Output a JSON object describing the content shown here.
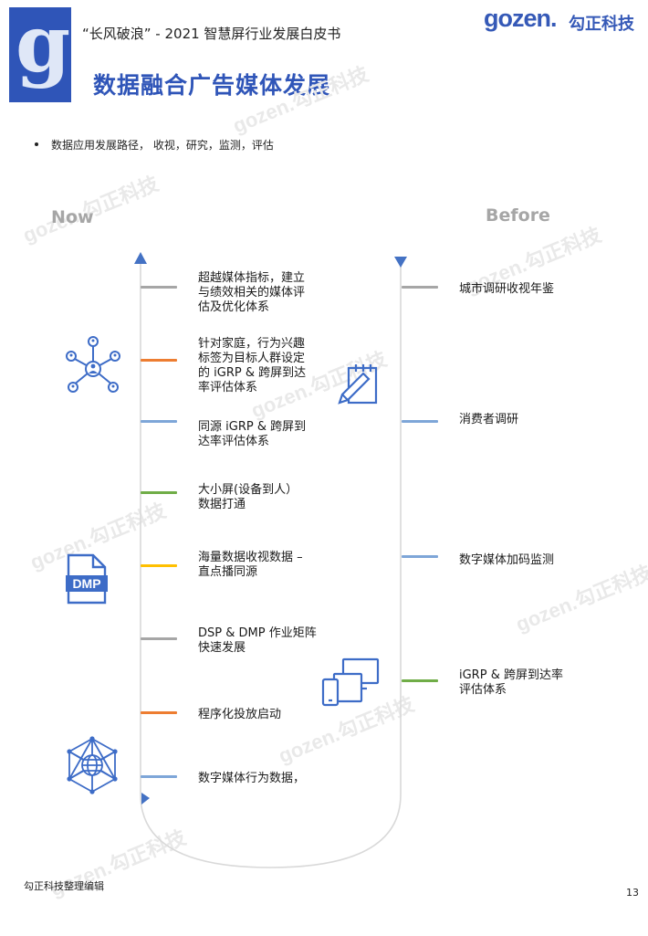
{
  "header": {
    "logo_letter": "g",
    "title": "“长风破浪” - 2021 智慧屏行业发展白皮书",
    "brand_word": "gozen.",
    "brand_cn": "勾正科技"
  },
  "page_heading": "数据融合广告媒体发展",
  "bullet_text": "数据应用发展路径，  收视，研究，监测，评估",
  "columns": {
    "now": "Now",
    "before": "Before"
  },
  "now_items": [
    {
      "lines": [
        "超越媒体指标，建立",
        "与绩效相关的媒体评",
        "估及优化体系"
      ],
      "color": "#a6a6a6"
    },
    {
      "lines": [
        "针对家庭，行为兴趣",
        "标签为目标人群设定",
        "的 iGRP & 跨屏到达",
        "率评估体系"
      ],
      "color": "#ed7d31"
    },
    {
      "lines": [
        "同源 iGRP & 跨屏到",
        "达率评估体系"
      ],
      "color": "#7ea6d8"
    },
    {
      "lines": [
        "大小屏(设备到人）",
        "数据打通"
      ],
      "color": "#70ad47"
    },
    {
      "lines": [
        "海量数据收视数据 –",
        "直点播同源"
      ],
      "color": "#ffc000"
    },
    {
      "lines": [
        "DSP & DMP 作业矩阵",
        "快速发展"
      ],
      "color": "#a6a6a6"
    },
    {
      "lines": [
        "程序化投放启动"
      ],
      "color": "#ed7d31"
    },
    {
      "lines": [
        "数字媒体行为数据，"
      ],
      "color": "#7ea6d8"
    }
  ],
  "before_items": [
    {
      "lines": [
        "城市调研收视年鉴"
      ],
      "color": "#a6a6a6"
    },
    {
      "lines": [
        "消费者调研"
      ],
      "color": "#7ea6d8"
    },
    {
      "lines": [
        "数字媒体加码监测"
      ],
      "color": "#7ea6d8"
    },
    {
      "lines": [
        "iGRP & 跨屏到达率",
        "评估体系"
      ],
      "color": "#70ad47"
    }
  ],
  "icons": {
    "network": "people-network-icon",
    "dmp": "dmp-file-icon",
    "pencil": "pencil-note-icon",
    "devices": "devices-icon",
    "globe": "globe-network-icon",
    "dmp_label": "DMP"
  },
  "watermark_text": "gozen.勾正科技",
  "colors": {
    "brand_blue": "#2f55b8",
    "icon_blue": "#3d6cc7",
    "gray": "#a6a6a6",
    "orange": "#ed7d31",
    "light_blue": "#7ea6d8",
    "green": "#70ad47",
    "yellow": "#ffc000"
  },
  "footer_note": "勾正科技整理编辑",
  "page_number": "13"
}
